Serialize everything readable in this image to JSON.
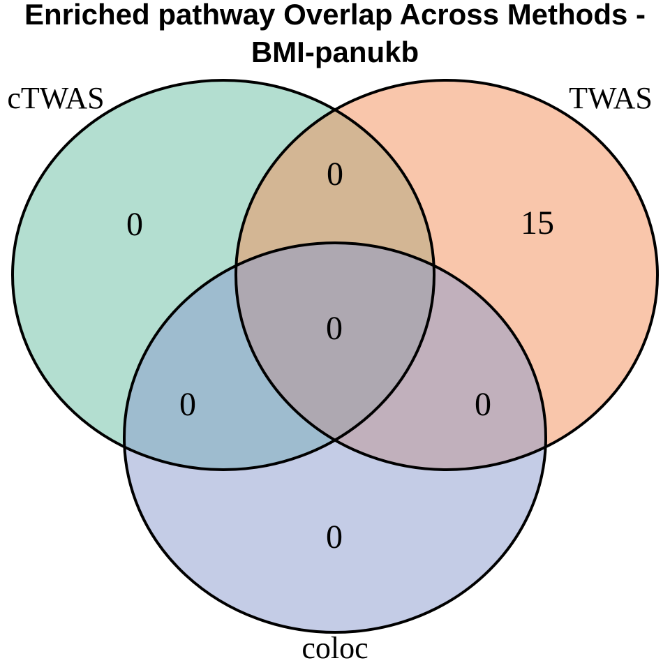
{
  "title": {
    "line1": "Enriched pathway Overlap Across Methods -",
    "line2": "BMI-panukb"
  },
  "chart_data": {
    "type": "venn",
    "title": "Enriched pathway Overlap Across Methods - BMI-panukb",
    "sets": [
      {
        "name": "cTWAS",
        "fill": "#67bda1",
        "rendered_color": "#b3ded0"
      },
      {
        "name": "TWAS",
        "fill": "#f38d57",
        "rendered_color": "#f9c6ab"
      },
      {
        "name": "coloc",
        "fill": "#8999cd",
        "rendered_color": "#c4cce6"
      }
    ],
    "fill_opacity": "0.5",
    "outline_color": "#000000",
    "regions": {
      "cTWAS_only": 0,
      "TWAS_only": 15,
      "coloc_only": 0,
      "cTWAS_TWAS": 0,
      "cTWAS_coloc": 0,
      "TWAS_coloc": 0,
      "cTWAS_TWAS_coloc": 0
    },
    "overlap_rendered_colors": {
      "cTWAS_TWAS": "#cbab8f",
      "cTWAS_coloc": "#a3c2d2",
      "TWAS_coloc": "#c0aebc",
      "cTWAS_TWAS_coloc": "#aca3ab"
    },
    "text_color": "#000000",
    "background_color": "#ffffff",
    "legend": "none"
  }
}
